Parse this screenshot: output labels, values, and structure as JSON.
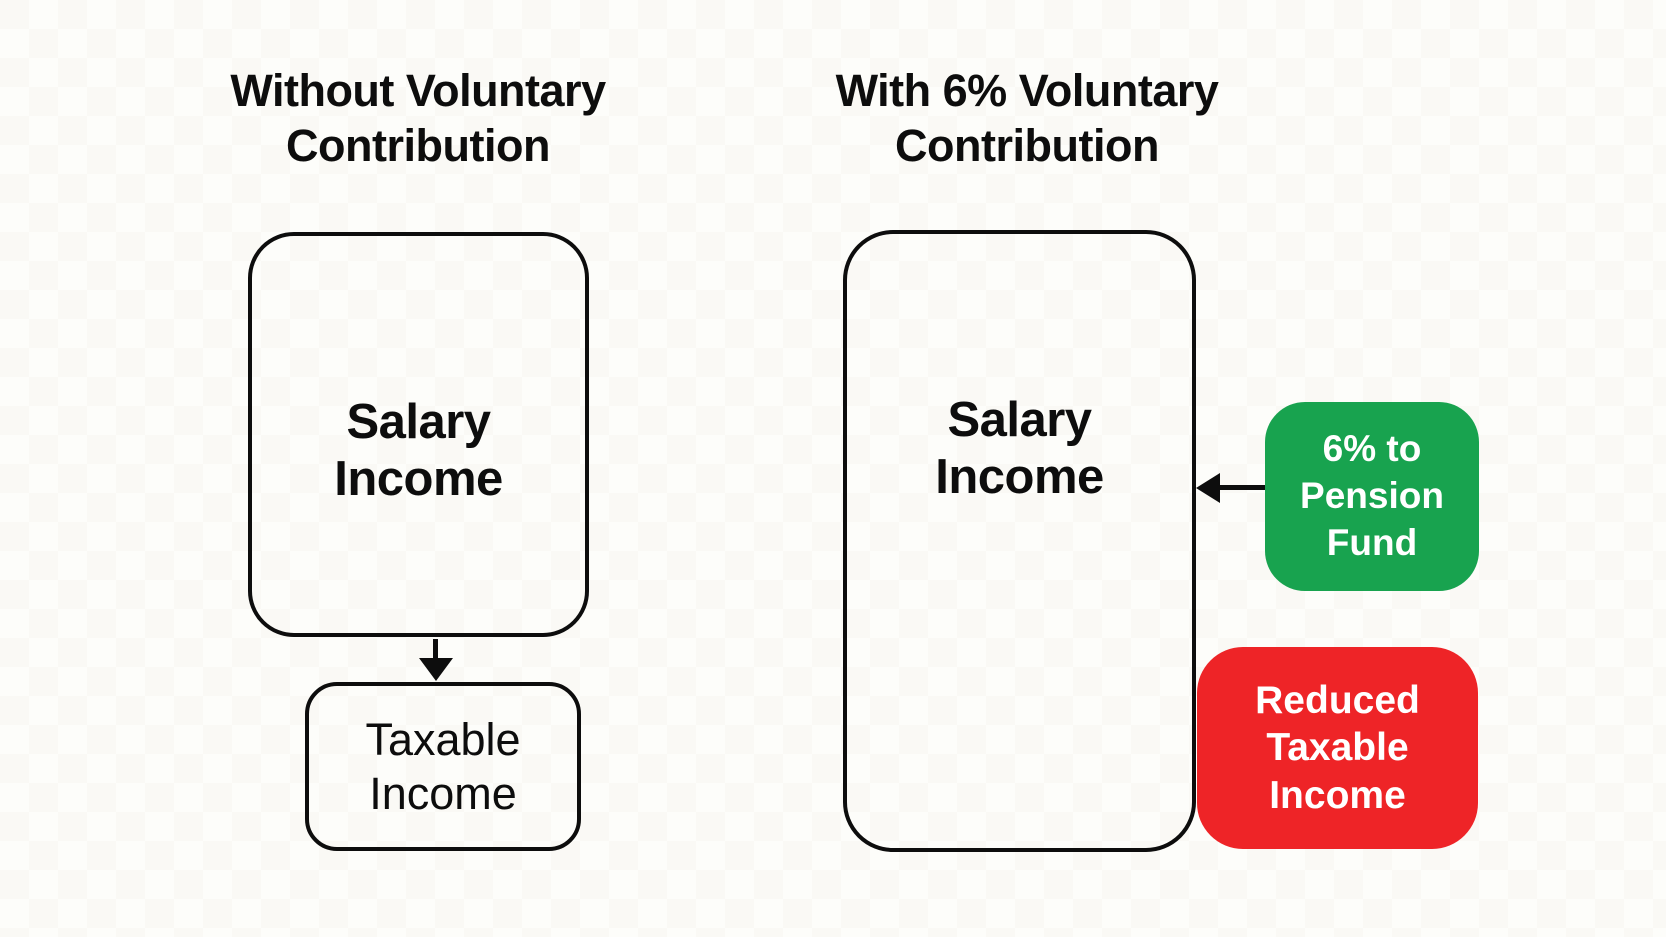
{
  "colors": {
    "ink": "#0d0d0d",
    "green": "#18a34f",
    "red": "#ee2427",
    "badge_text": "#ffffff"
  },
  "left_column": {
    "title": "Without Voluntary\nContribution",
    "salary_box_label": "Salary\nIncome",
    "taxable_box_label": "Taxable\nIncome"
  },
  "right_column": {
    "title": "With 6% Voluntary\nContribution",
    "salary_box_label": "Salary\nIncome",
    "pension_badge_label": "6% to\nPension\nFund",
    "reduced_badge_label": "Reduced\nTaxable\nIncome"
  }
}
